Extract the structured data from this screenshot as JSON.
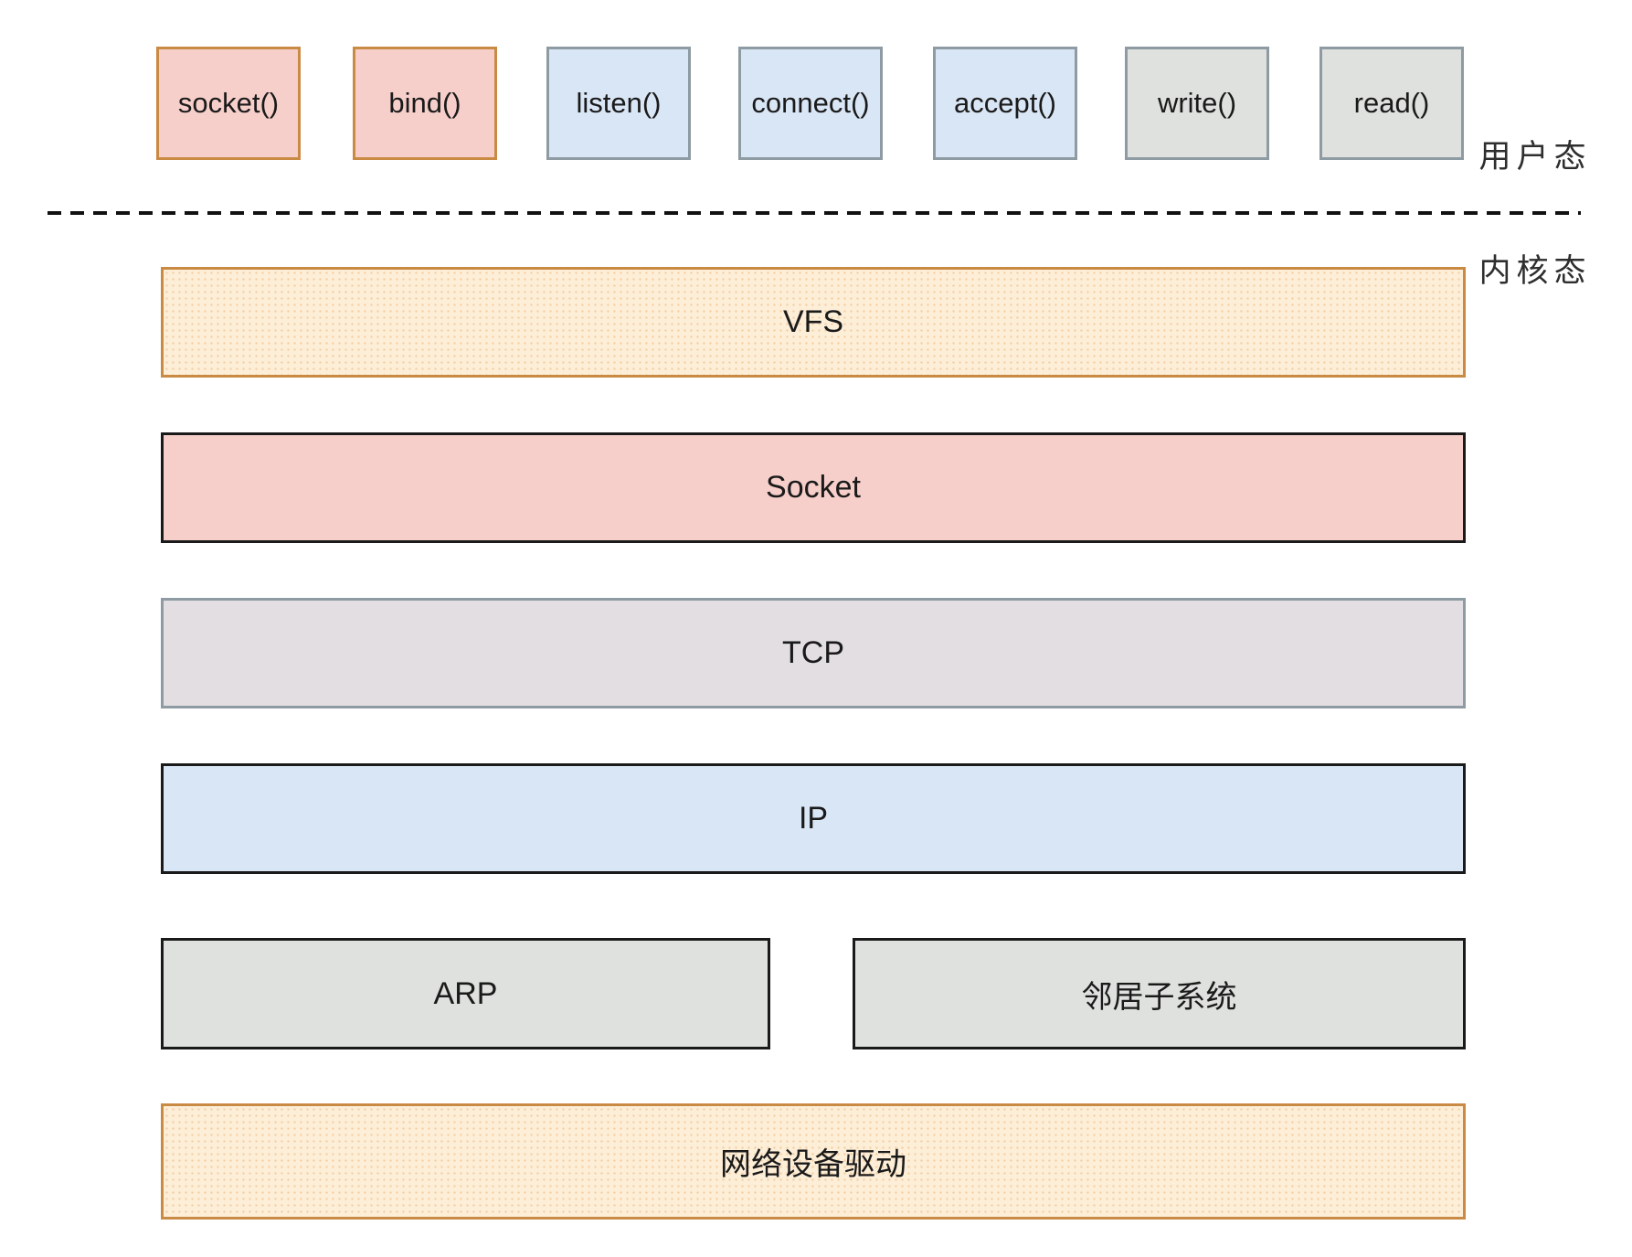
{
  "labels": {
    "user_mode": "用户态",
    "kernel_mode": "内核态"
  },
  "syscall_boxes": [
    {
      "label": "socket()",
      "variant": "pink"
    },
    {
      "label": "bind()",
      "variant": "pink"
    },
    {
      "label": "listen()",
      "variant": "blue"
    },
    {
      "label": "connect()",
      "variant": "blue"
    },
    {
      "label": "accept()",
      "variant": "blue"
    },
    {
      "label": "write()",
      "variant": "gray"
    },
    {
      "label": "read()",
      "variant": "gray"
    }
  ],
  "kernel_layers": {
    "vfs": "VFS",
    "socket": "Socket",
    "tcp": "TCP",
    "ip": "IP",
    "arp": "ARP",
    "neighbor_subsystem": "邻居子系统",
    "device_driver": "网络设备驱动"
  },
  "colors": {
    "orange_border": "#c98a44",
    "gray_border": "#8e9ba2",
    "pink_fill": "#f6cfca",
    "blue_fill": "#d9e6f5",
    "gray_fill": "#dee1dd",
    "tcp_fill": "#e2dee2",
    "peach_fill": "#fdeed8",
    "peach_dot": "#f3cfa4",
    "line_color": "#111111"
  }
}
